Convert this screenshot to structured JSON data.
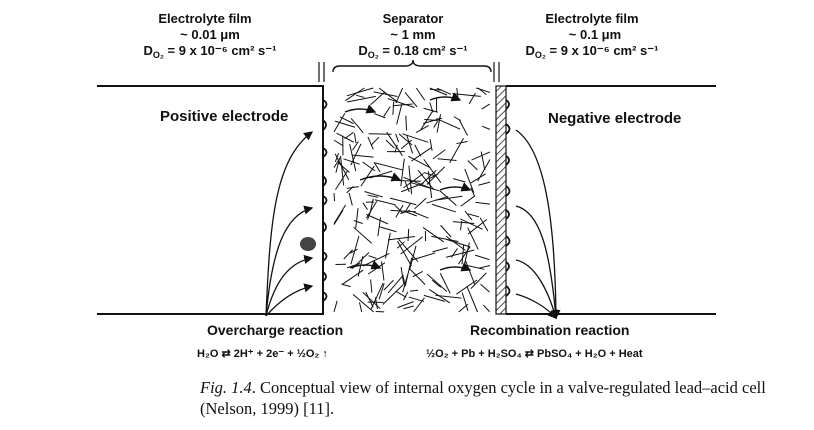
{
  "diagram": {
    "film_left": {
      "title": "Electrolyte film",
      "thickness": "~ 0.01 μm",
      "diffusion_label": "D",
      "diffusion_sub": "O₂",
      "diffusion_value": " = 9 x 10⁻⁶ cm² s⁻¹"
    },
    "separator": {
      "title": "Separator",
      "thickness": "~ 1 mm",
      "diffusion_label": "D",
      "diffusion_sub": "O₂",
      "diffusion_value": " = 0.18 cm² s⁻¹"
    },
    "film_right": {
      "title": "Electrolyte film",
      "thickness": "~ 0.1 μm",
      "diffusion_label": "D",
      "diffusion_sub": "O₂",
      "diffusion_value": " = 9 x 10⁻⁶ cm² s⁻¹"
    },
    "positive_electrode": "Positive electrode",
    "negative_electrode": "Negative electrode",
    "overcharge": {
      "title": "Overcharge reaction",
      "equation": "H₂O ⇄ 2H⁺ + 2e⁻ + ½O₂ ↑"
    },
    "recombination": {
      "title": "Recombination reaction",
      "equation": "½O₂ + Pb + H₂SO₄ ⇄ PbSO₄ + H₂O + Heat"
    }
  },
  "caption": {
    "fig_label": "Fig. 1.4",
    "text": ". Conceptual view of internal oxygen cycle in a valve-regulated lead–acid cell (Nelson, 1999) [11]."
  }
}
